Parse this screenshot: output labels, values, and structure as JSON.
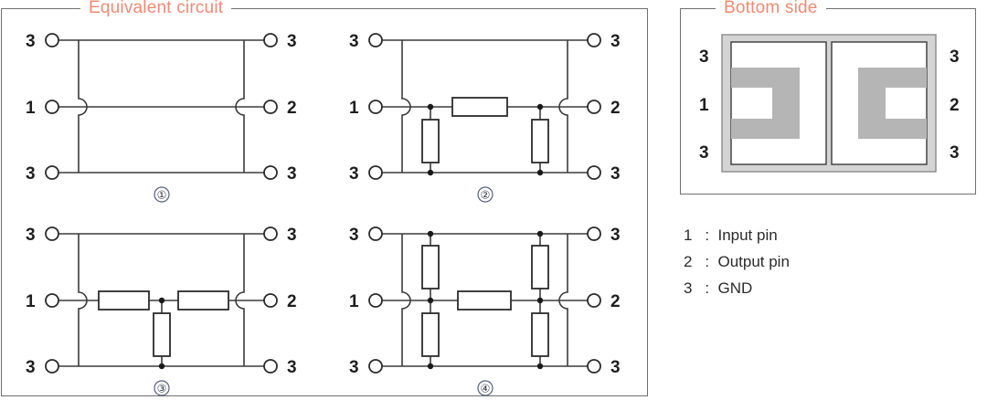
{
  "panels": {
    "equivalent_circuit": {
      "title": "Equivalent circuit"
    },
    "bottom_side": {
      "title": "Bottom side"
    }
  },
  "colors": {
    "title_accent": "#f08a74",
    "panel_border": "#6f6f6f",
    "wire": "#3b3b3b",
    "pad_fill": "#b5b5b5",
    "body_fill": "#d4d4d4"
  },
  "circuits": [
    {
      "id": "1",
      "number_label": "①",
      "topology": "through / no filter",
      "left_pins": [
        "3",
        "1",
        "3"
      ],
      "right_pins": [
        "3",
        "2",
        "3"
      ],
      "series_resistors": 0,
      "shunt_resistors": 0
    },
    {
      "id": "2",
      "number_label": "②",
      "topology": "pi filter",
      "left_pins": [
        "3",
        "1",
        "3"
      ],
      "right_pins": [
        "3",
        "2",
        "3"
      ],
      "series_resistors": 1,
      "shunt_resistors": 2
    },
    {
      "id": "3",
      "number_label": "③",
      "topology": "T filter",
      "left_pins": [
        "3",
        "1",
        "3"
      ],
      "right_pins": [
        "3",
        "2",
        "3"
      ],
      "series_resistors": 2,
      "shunt_resistors": 1
    },
    {
      "id": "4",
      "number_label": "④",
      "topology": "balanced pi filter",
      "left_pins": [
        "3",
        "1",
        "3"
      ],
      "right_pins": [
        "3",
        "2",
        "3"
      ],
      "series_resistors": 1,
      "shunt_resistors": 4
    }
  ],
  "bottom_side": {
    "left_pins": [
      "3",
      "1",
      "3"
    ],
    "right_pins": [
      "3",
      "2",
      "3"
    ],
    "pads": [
      "left-c-pad",
      "right-c-pad"
    ]
  },
  "pin_legend": [
    {
      "num": "1",
      "sep": ":",
      "desc": "Input pin"
    },
    {
      "num": "2",
      "sep": ":",
      "desc": "Output pin"
    },
    {
      "num": "3",
      "sep": ":",
      "desc": "GND"
    }
  ]
}
